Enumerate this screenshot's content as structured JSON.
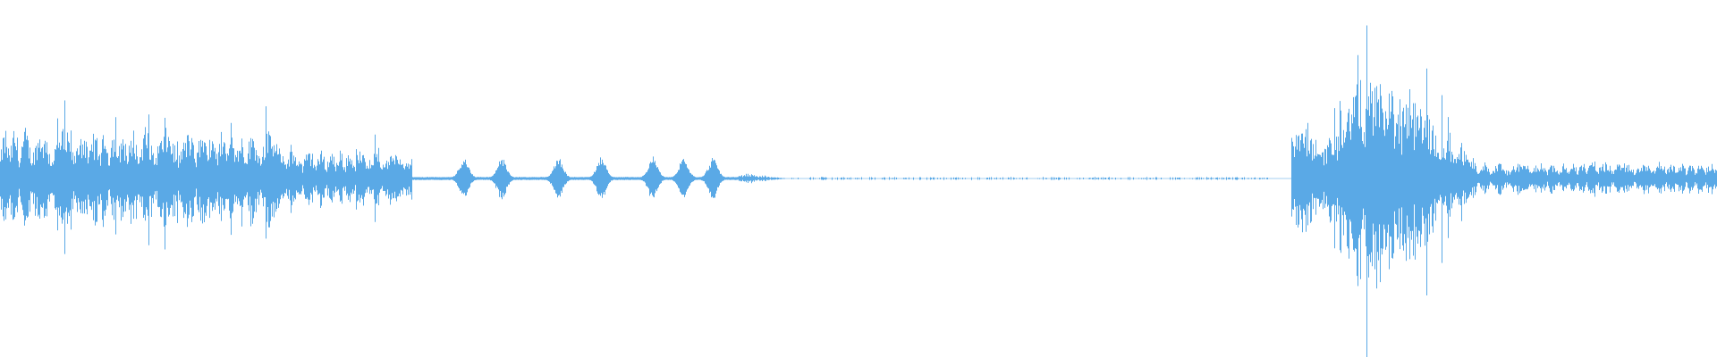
{
  "waveform": {
    "color": "#5aa9e6",
    "background": "#ffffff",
    "segments": [
      {
        "kind": "dense-speech",
        "from": 0.0,
        "to": 0.165,
        "amplitude": 0.24,
        "burst": 0.55
      },
      {
        "kind": "speech",
        "from": 0.165,
        "to": 0.24,
        "amplitude": 0.14,
        "burst": 0.45
      },
      {
        "kind": "syllables",
        "from": 0.24,
        "to": 0.43,
        "amplitude": 0.1,
        "blobs": [
          0.27,
          0.292,
          0.325,
          0.35,
          0.38,
          0.398,
          0.415
        ]
      },
      {
        "kind": "tail",
        "from": 0.43,
        "to": 0.46,
        "amplitude": 0.03,
        "burst": 0.0
      },
      {
        "kind": "near-silence",
        "from": 0.46,
        "to": 0.74,
        "amplitude": 0.006,
        "burst": 0.0
      },
      {
        "kind": "silence",
        "from": 0.74,
        "to": 0.752,
        "amplitude": 0.0,
        "burst": 0.0
      },
      {
        "kind": "impact",
        "from": 0.752,
        "to": 0.86,
        "amplitude": 0.55,
        "burst": 1.0
      },
      {
        "kind": "noise-tail",
        "from": 0.86,
        "to": 1.0,
        "amplitude": 0.08,
        "burst": 0.25
      }
    ]
  }
}
